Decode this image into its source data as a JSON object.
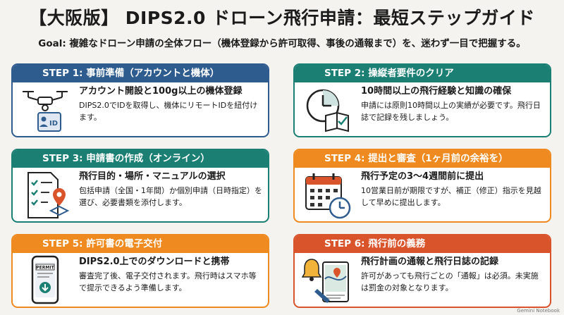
{
  "title": "【大阪版】 DIPS2.0 ドローン飛行申請：最短ステップガイド",
  "goal": "Goal: 複雑なドローン申請の全体フロー（機体登録から許可取得、事後の通報まで）を、迷わず一目で把握する。",
  "colors": {
    "blue": "#2f5c8f",
    "teal": "#1c7f74",
    "orange": "#ee8a1f",
    "red": "#d9532b"
  },
  "steps": [
    {
      "header": "STEP 1: 事前準備（アカウントと機体）",
      "heading": "アカウント開設と100g以上の機体登録",
      "desc": "DIPS2.0でIDを取得し、機体にリモートIDを紐付けます。",
      "icon": "drone-id-icon",
      "icon_text": "ID"
    },
    {
      "header": "STEP 2: 操縦者要件のクリア",
      "heading": "10時間以上の飛行経験と知識の確保",
      "desc": "申請には原則10時間以上の実績が必要です。飛行日誌で記録を残しましょう。",
      "icon": "clock-book-icon"
    },
    {
      "header": "STEP 3: 申請書の作成（オンライン）",
      "heading": "飛行目的・場所・マニュアルの選択",
      "desc": "包括申請（全国・1年間）か個別申請（日時指定）を選び、必要書類を添付します。",
      "icon": "checklist-location-icon"
    },
    {
      "header": "STEP 4: 提出と審査（1ヶ月前の余裕を）",
      "heading": "飛行予定の3〜4週間前に提出",
      "desc": "10営業日前が期限ですが、補正（修正）指示を見越して早めに提出します。",
      "icon": "calendar-clock-icon"
    },
    {
      "header": "STEP 5: 許可書の電子交付",
      "heading": "DIPS2.0上でのダウンロードと携帯",
      "desc": "審査完了後、電子交付されます。飛行時はスマホ等で提示できるよう準備します。",
      "icon": "phone-permit-icon",
      "icon_text": "PERMIT"
    },
    {
      "header": "STEP 6: 飛行前の義務",
      "heading": "飛行計画の通報と飛行日誌の記録",
      "desc": "許可があっても飛行ごとの「通報」は必須。未実施は罰金の対象となります。",
      "icon": "bell-map-icon"
    }
  ],
  "brand": "Gemini Notebook"
}
